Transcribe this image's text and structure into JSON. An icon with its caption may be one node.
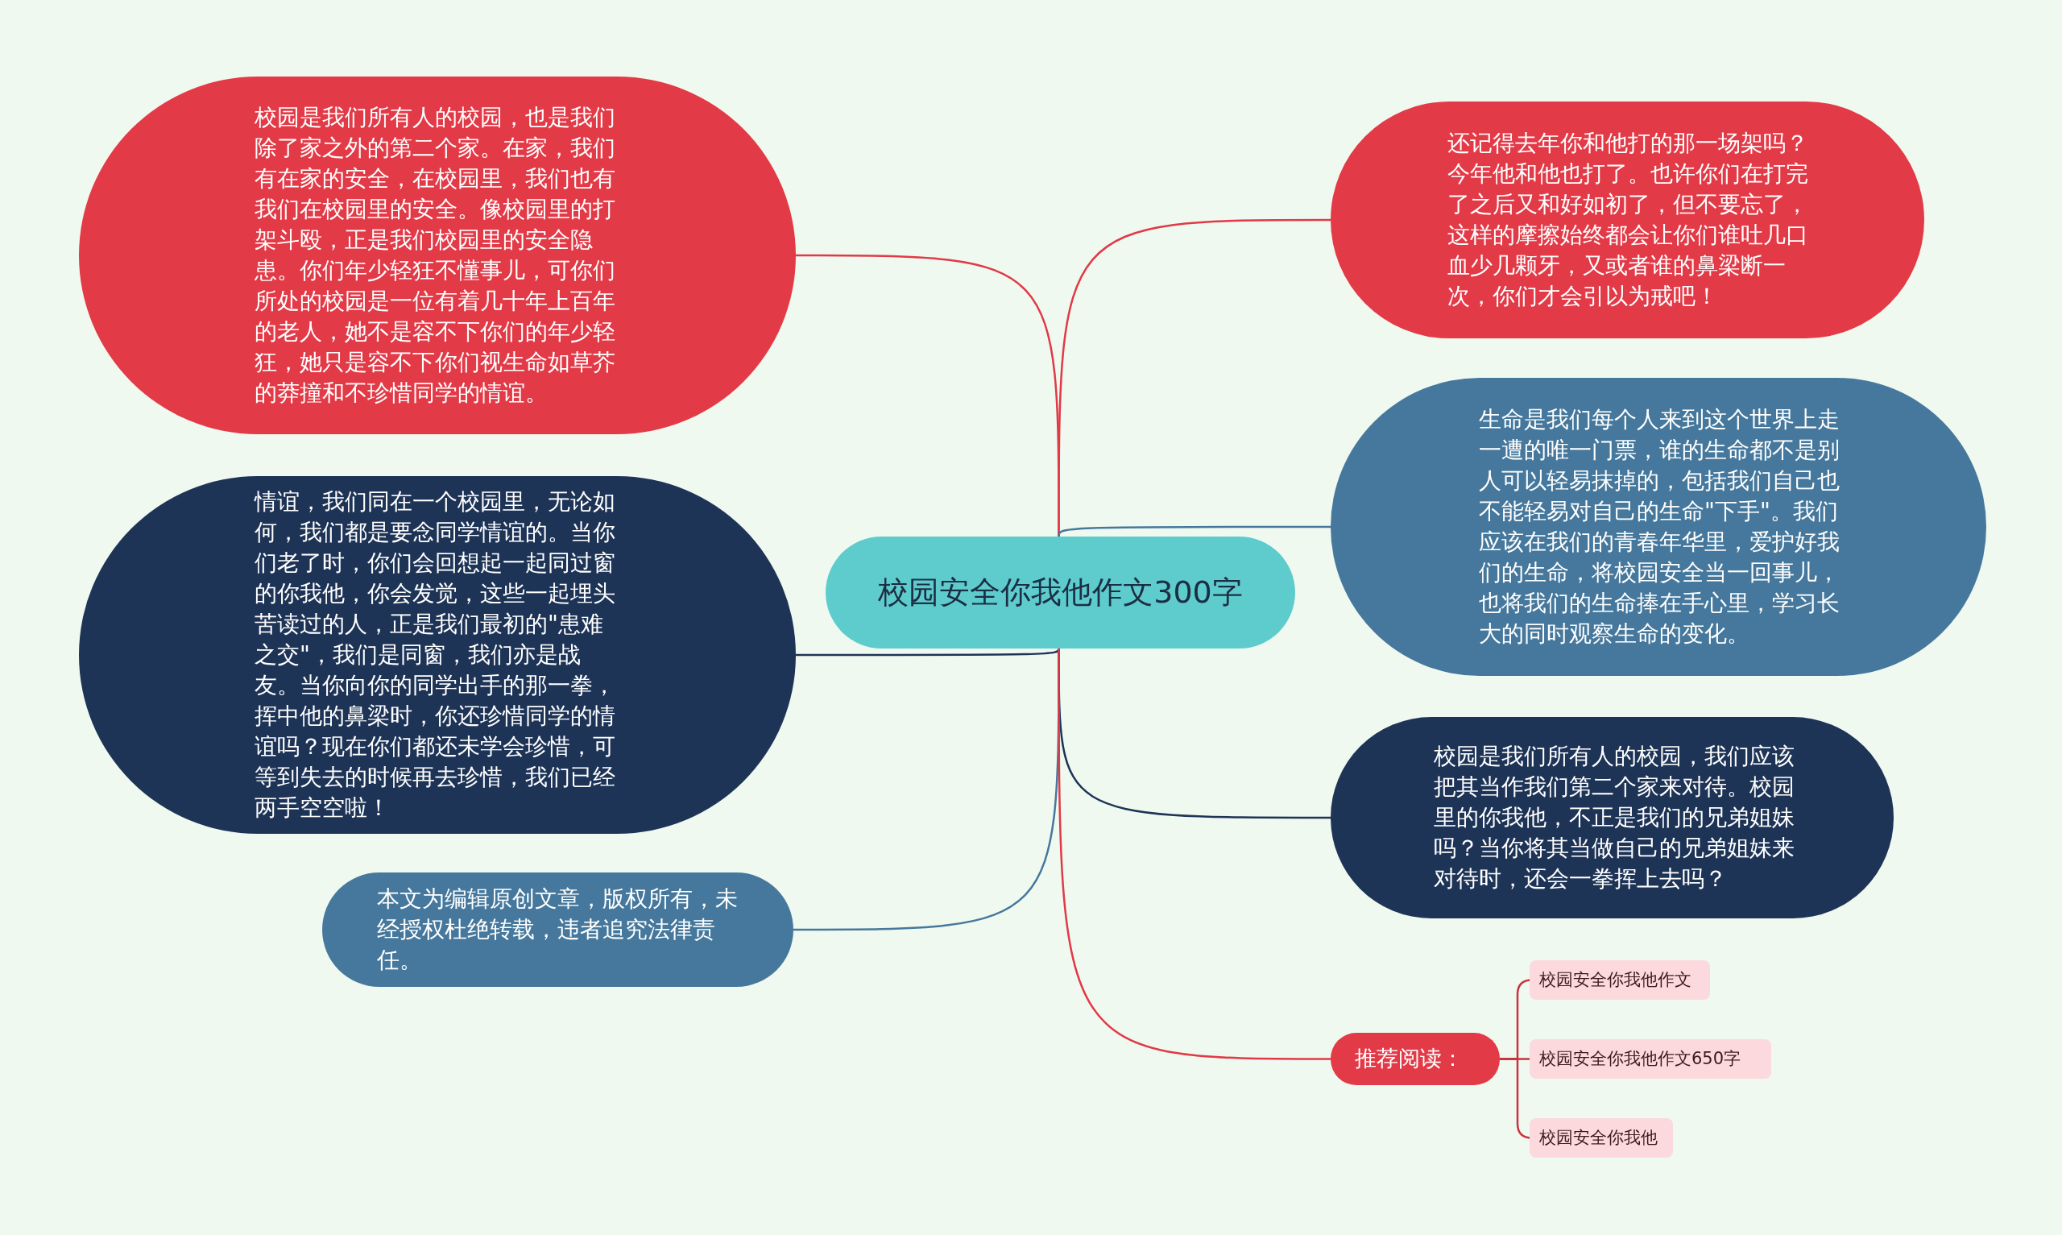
{
  "diagram": {
    "nodes": [
      {
        "text": [
          "校园安全你我他作文300字"
        ]
      },
      {
        "text": [
          "校园是我们所有人的校园，也是我们除了家之外的第二个家。在家，我们有在家的安全，在校园里，我们也有我们在校园里的安全。像校园里的打架斗殴，正是我们校园里的安全隐患。你们年少轻狂不懂事儿，可你们所处的校园是一位有着几十年上百年的老人，她不是容不下你们的年少轻狂，她只是容不下你们视生命如草芥的莽撞和不珍惜同学的情谊。"
        ]
      },
      {
        "text": [
          "情谊，我们同在一个校园里，无论如何，我们都是要念同学情谊的。当你们老了时，你们会回想起一起同过窗的你我他，你会发觉，这些一起埋头苦读过的人，正是我们最初的\"患难之交\"，我们是同窗，我们亦是战友。当你向你的同学出手的那一拳，挥中他的鼻梁时，你还珍惜同学的情谊吗？现在你们都还未学会珍惜，可等到失去的时候再去珍惜，我们已经两手空空啦！"
        ]
      },
      {
        "text": [
          "本文为编辑原创文章，版权所有，未经授权杜绝转载，违者追究法律责任。"
        ]
      },
      {
        "text": [
          "还记得去年你和他打的那一场架吗？今年他和他也打了。也许你们在打完了之后又和好如初了，但不要忘了，这样的摩擦始终都会让你们谁吐几口血少几颗牙，又或者谁的鼻梁断一次，你们才会引以为戒吧！"
        ]
      },
      {
        "text": [
          "生命是我们每个人来到这个世界上走一遭的唯一门票，谁的生命都不是别人可以轻易抹掉的，包括我们自己也不能轻易对自己的生命\"下手\"。我们应该在我们的青春年华里，爱护好我们的生命，将校园安全当一回事儿，也将我们的生命捧在手心里，学习长大的同时观察生命的变化。"
        ]
      },
      {
        "text": [
          "校园是我们所有人的校园，我们应该把其当作我们第二个家来对待。校园里的你我他，不正是我们的兄弟姐妹吗？当你将其当做自己的兄弟姐妹来对待时，还会一拳挥上去吗？"
        ]
      },
      {
        "text": [
          "推荐阅读："
        ]
      },
      {
        "text": [
          "校园安全你我他作文"
        ]
      },
      {
        "text": [
          "校园安全你我他作文650字"
        ]
      },
      {
        "text": [
          "校园安全你我他"
        ]
      }
    ],
    "edges": [
      {
        "from": 0,
        "to": 1,
        "arrow": "none",
        "color": "#e03a47"
      },
      {
        "from": 0,
        "to": 2,
        "arrow": "none",
        "color": "#1e3457"
      },
      {
        "from": 0,
        "to": 3,
        "arrow": "none",
        "color": "#45789c"
      },
      {
        "from": 0,
        "to": 4,
        "arrow": "none",
        "color": "#e03a47"
      },
      {
        "from": 0,
        "to": 5,
        "arrow": "none",
        "color": "#45789c"
      },
      {
        "from": 0,
        "to": 6,
        "arrow": "none",
        "color": "#1e3457"
      },
      {
        "from": 0,
        "to": 7,
        "arrow": "none",
        "color": "#e03a47"
      },
      {
        "from": 7,
        "to": 8,
        "arrow": "none",
        "color": "#c9333f"
      },
      {
        "from": 7,
        "to": 9,
        "arrow": "none",
        "color": "#c9333f"
      },
      {
        "from": 7,
        "to": 10,
        "arrow": "none",
        "color": "#c9333f"
      }
    ]
  }
}
